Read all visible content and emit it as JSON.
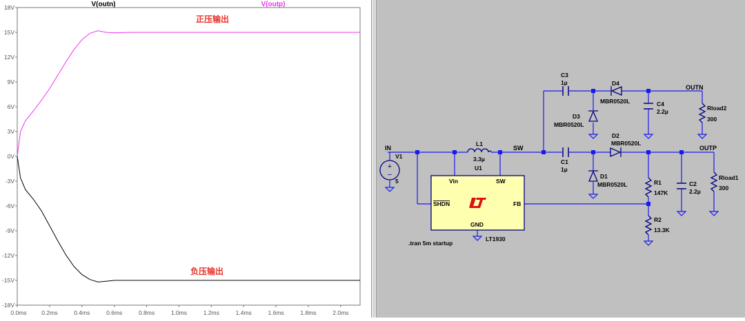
{
  "plot": {
    "traces": [
      {
        "name": "V(outn)",
        "color": "#000000"
      },
      {
        "name": "V(outp)",
        "color": "#ee33ee"
      }
    ],
    "annotations": {
      "positive": "正压输出",
      "negative": "负压输出",
      "annotation_color": "#e8332a"
    },
    "y_ticks": [
      "18V",
      "15V",
      "12V",
      "9V",
      "6V",
      "3V",
      "0V",
      "-3V",
      "-6V",
      "-9V",
      "-12V",
      "-15V",
      "-18V"
    ],
    "x_ticks": [
      "0.0ms",
      "0.2ms",
      "0.4ms",
      "0.6ms",
      "0.8ms",
      "1.0ms",
      "1.2ms",
      "1.4ms",
      "1.6ms",
      "1.8ms",
      "2.0ms"
    ]
  },
  "chart_data": {
    "type": "line",
    "xlabel": "",
    "ylabel": "",
    "xlim": [
      0,
      2.12
    ],
    "ylim": [
      -18,
      18
    ],
    "x_unit": "ms",
    "y_unit": "V",
    "series": [
      {
        "name": "V(outp)",
        "color": "#ee33ee",
        "x": [
          0,
          0.02,
          0.05,
          0.1,
          0.15,
          0.2,
          0.25,
          0.3,
          0.35,
          0.4,
          0.45,
          0.5,
          0.55,
          0.6,
          0.7,
          0.8,
          1.0,
          1.5,
          2.12
        ],
        "y": [
          0,
          3,
          4.3,
          5.5,
          6.8,
          8.2,
          9.8,
          11.4,
          12.9,
          14.1,
          14.9,
          15.2,
          15.0,
          14.95,
          15.0,
          15.0,
          15.0,
          15.0,
          15.0
        ]
      },
      {
        "name": "V(outn)",
        "color": "#000000",
        "x": [
          0,
          0.02,
          0.05,
          0.1,
          0.15,
          0.2,
          0.25,
          0.3,
          0.35,
          0.4,
          0.45,
          0.5,
          0.55,
          0.6,
          0.7,
          0.8,
          1.0,
          1.5,
          2.12
        ],
        "y": [
          0,
          -2.6,
          -4.0,
          -5.2,
          -6.6,
          -8.4,
          -10.2,
          -11.9,
          -13.3,
          -14.3,
          -14.9,
          -15.2,
          -15.1,
          -15.0,
          -15.0,
          -15.0,
          -15.0,
          -15.0,
          -15.0
        ]
      }
    ]
  },
  "schematic": {
    "nets": {
      "in": "IN",
      "sw": "SW",
      "outp": "OUTP",
      "outn": "OUTN"
    },
    "components": {
      "v1": {
        "ref": "V1",
        "value": "5"
      },
      "l1": {
        "ref": "L1",
        "value": "3.3µ"
      },
      "u1": {
        "ref": "U1",
        "part": "LT1930",
        "pin_vin": "Vin",
        "pin_sw": "SW",
        "pin_shdn": "SHDN",
        "pin_fb": "FB",
        "pin_gnd": "GND"
      },
      "c1": {
        "ref": "C1",
        "value": "1µ"
      },
      "c2": {
        "ref": "C2",
        "value": "2.2µ"
      },
      "c3": {
        "ref": "C3",
        "value": "1µ"
      },
      "c4": {
        "ref": "C4",
        "value": "2.2µ"
      },
      "d1": {
        "ref": "D1",
        "value": "MBR0520L"
      },
      "d2": {
        "ref": "D2",
        "value": "MBR0520L"
      },
      "d3": {
        "ref": "D3",
        "value": "MBR0520L"
      },
      "d4": {
        "ref": "D4",
        "value": "MBR0520L"
      },
      "r1": {
        "ref": "R1",
        "value": "147K"
      },
      "r2": {
        "ref": "R2",
        "value": "13.3K"
      },
      "rload1": {
        "ref": "Rload1",
        "value": "300"
      },
      "rload2": {
        "ref": "Rload2",
        "value": "300"
      }
    },
    "directive": ".tran 5m startup",
    "colors": {
      "wire": "#1a1aee",
      "component": "#000080",
      "ic_fill": "#ffffb0",
      "logo": "#dd1111"
    }
  }
}
